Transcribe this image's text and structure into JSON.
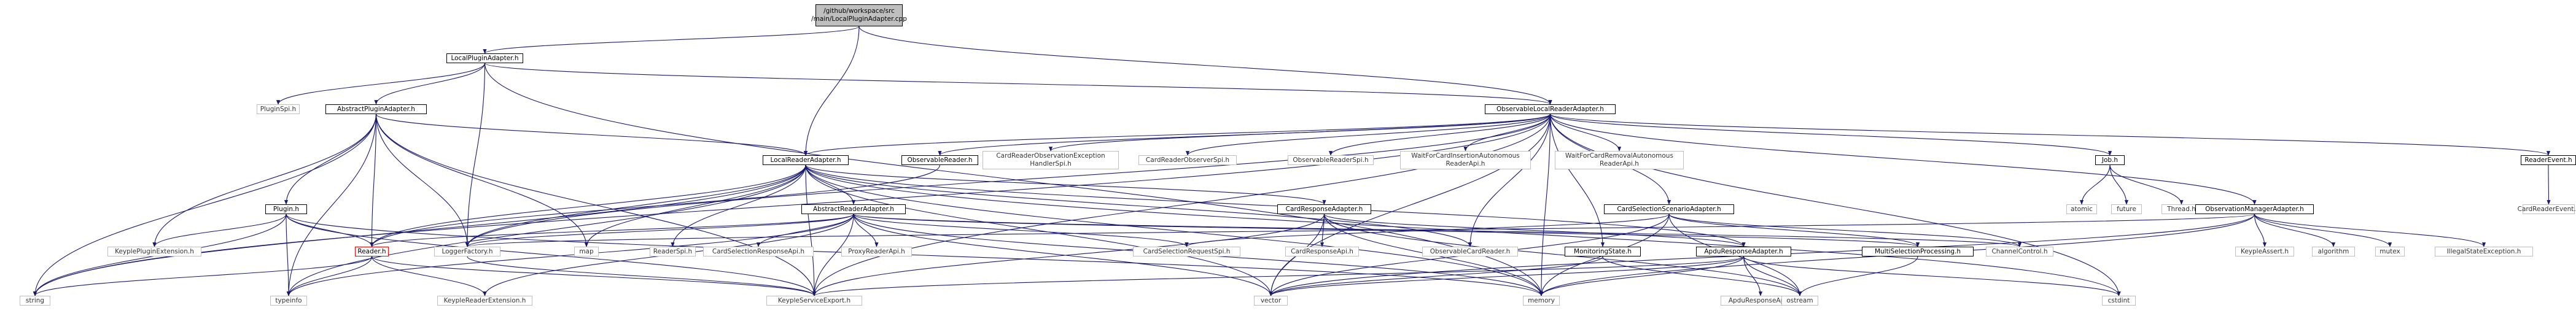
{
  "graph": {
    "edge_color": "#191970",
    "root": {
      "file": "github/workspace/src/main/LocalPluginAdapter.cpp",
      "label": "/github/workspace/src\n/main/LocalPluginAdapter.cpp"
    },
    "nodes": {
      "root": "/github/workspace/src\n/main/LocalPluginAdapter.cpp",
      "localPluginAdapter": "LocalPluginAdapter.h",
      "pluginSpi": "PluginSpi.h",
      "abstractPluginAdapter": "AbstractPluginAdapter.h",
      "observableLocalReaderAdapter": "ObservableLocalReaderAdapter.h",
      "localReaderAdapter": "LocalReaderAdapter.h",
      "observableReader": "ObservableReader.h",
      "cardReaderObservationExceptionHandlerSpi": "CardReaderObservationException\nHandlerSpi.h",
      "cardReaderObserverSpi": "CardReaderObserverSpi.h",
      "observableReaderSpi": "ObservableReaderSpi.h",
      "waitForCardInsertion": "WaitForCardInsertionAutonomous\nReaderApi.h",
      "waitForCardRemoval": "WaitForCardRemovalAutonomous\nReaderApi.h",
      "job": "Job.h",
      "readerEvent": "ReaderEvent.h",
      "cardReaderEvent": "CardReaderEvent.h",
      "atomic": "atomic",
      "future": "future",
      "thread": "Thread.h",
      "observationManagerAdapter": "ObservationManagerAdapter.h",
      "keypleAssert": "KeypleAssert.h",
      "algorithm": "algorithm",
      "mutex": "mutex",
      "illegalStateException": "IllegalStateException.h",
      "pluginH": "Plugin.h",
      "kepplePluginExtension": "KeyplePluginExtension.h",
      "abstractReaderAdapter": "AbstractReaderAdapter.h",
      "map": "map",
      "readerSpi": "ReaderSpi.h",
      "cardResponseAdapter": "CardResponseAdapter.h",
      "observableCardReader": "ObservableCardReader.h",
      "cardSelectionScenarioAdapter": "CardSelectionScenarioAdapter.h",
      "readerH": "Reader.h",
      "loggerFactory": "LoggerFactory.h",
      "cardSelectionResponseApi": "CardSelectionResponseApi.h",
      "proxyReaderApi": "ProxyReaderApi.h",
      "cardSelectionRequestSpi": "CardSelectionRequestSpi.h",
      "cardResponseApi": "CardResponseApi.h",
      "apduResponseAdapter": "ApduResponseAdapter.h",
      "multiSelectionProcessing": "MultiSelectionProcessing.h",
      "channelControl": "ChannelControl.h",
      "monitoringState": "MonitoringState.h",
      "apduResponseApi": "ApduResponseApi.h",
      "string": "string",
      "typeinfo": "typeinfo",
      "keypleReaderExtension": "KeypleReaderExtension.h",
      "keypleServiceExport": "KeypleServiceExport.h",
      "vector": "vector",
      "memory": "memory",
      "ostream": "ostream",
      "cstdint": "cstdint"
    }
  }
}
